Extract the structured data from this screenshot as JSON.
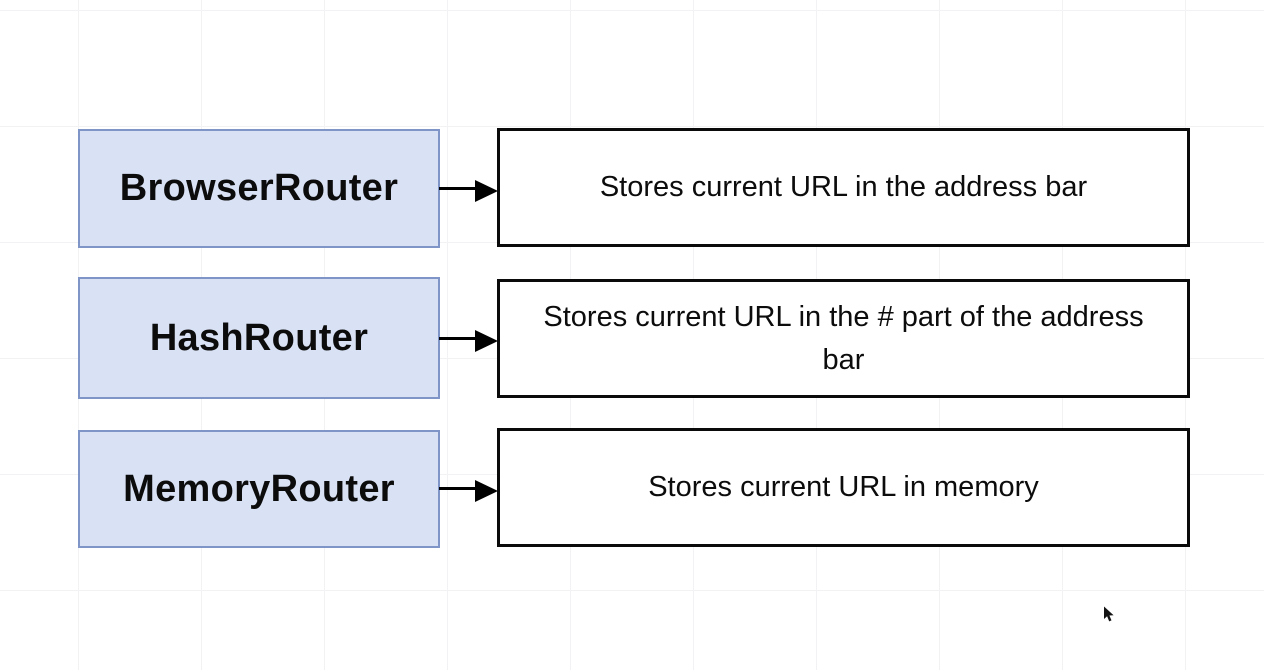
{
  "diagram": {
    "rows": [
      {
        "router": "BrowserRouter",
        "description": "Stores current URL in the address bar"
      },
      {
        "router": "HashRouter",
        "description": "Stores current URL in the # part of the address bar"
      },
      {
        "router": "MemoryRouter",
        "description": "Stores current URL in memory"
      }
    ]
  },
  "colors": {
    "canvas_background": "#ffffff",
    "grid_line": "#f2f2f5",
    "router_node_fill": "#d9e2f5",
    "router_node_border": "#8095c7",
    "description_box_fill": "#ffffff",
    "description_box_border": "#0a0a0a",
    "arrow": "#000000",
    "text": "#0c0c0c"
  },
  "cursor": {
    "icon": "mouse-pointer-icon"
  }
}
